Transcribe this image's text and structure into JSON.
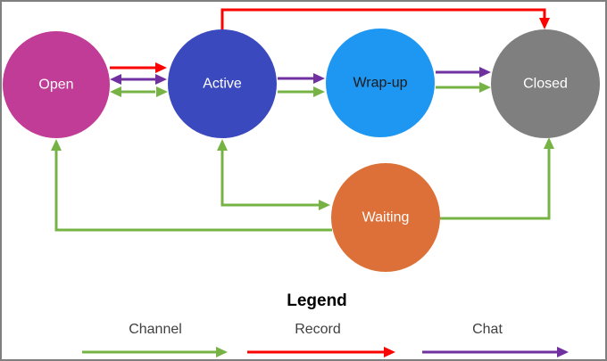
{
  "diagram": {
    "states": [
      {
        "id": "open",
        "label": "Open"
      },
      {
        "id": "active",
        "label": "Active"
      },
      {
        "id": "wrapup",
        "label": "Wrap-up"
      },
      {
        "id": "closed",
        "label": "Closed"
      },
      {
        "id": "waiting",
        "label": "Waiting"
      }
    ],
    "transitions": [
      {
        "from": "Open",
        "to": "Active",
        "type": "Record",
        "bidirectional": false
      },
      {
        "from": "Open",
        "to": "Active",
        "type": "Chat",
        "bidirectional": true
      },
      {
        "from": "Open",
        "to": "Active",
        "type": "Channel",
        "bidirectional": true
      },
      {
        "from": "Active",
        "to": "Closed",
        "type": "Record",
        "bidirectional": false
      },
      {
        "from": "Active",
        "to": "Wrap-up",
        "type": "Chat",
        "bidirectional": false
      },
      {
        "from": "Active",
        "to": "Wrap-up",
        "type": "Channel",
        "bidirectional": false
      },
      {
        "from": "Wrap-up",
        "to": "Closed",
        "type": "Chat",
        "bidirectional": false
      },
      {
        "from": "Wrap-up",
        "to": "Closed",
        "type": "Channel",
        "bidirectional": false
      },
      {
        "from": "Active",
        "to": "Waiting",
        "type": "Channel",
        "bidirectional": true
      },
      {
        "from": "Waiting",
        "to": "Open",
        "type": "Channel",
        "bidirectional": false
      },
      {
        "from": "Waiting",
        "to": "Closed",
        "type": "Channel",
        "bidirectional": false
      }
    ]
  },
  "legend": {
    "title": "Legend",
    "items": [
      {
        "label": "Channel",
        "key": "channel"
      },
      {
        "label": "Record",
        "key": "record"
      },
      {
        "label": "Chat",
        "key": "chat"
      }
    ]
  },
  "colors": {
    "channel": "#77B344",
    "record": "#FB0300",
    "chat": "#7030A0",
    "open": "#C13C96",
    "active": "#3B49BE",
    "wrapup": "#1E97F2",
    "closed": "#7F7F7F",
    "waiting": "#DC7038",
    "border": "#7F7F7F",
    "label_light": "#FFFFFF",
    "label_dark": "#1A1A1A",
    "legend_text": "#404040"
  }
}
